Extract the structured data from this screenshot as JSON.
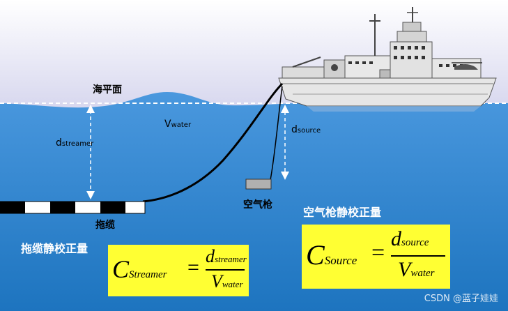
{
  "labels": {
    "sea_surface": "海平面",
    "streamer": "拖缆",
    "air_gun": "空气枪",
    "streamer_correction": "拖缆静校正量",
    "source_correction": "空气枪静校正量"
  },
  "symbols": {
    "d_streamer": {
      "main": "d",
      "sub": "streamer"
    },
    "v_water": {
      "main": "V",
      "sub": "water"
    },
    "d_source": {
      "main": "d",
      "sub": "source"
    }
  },
  "formula_streamer": {
    "lhs_main": "C",
    "lhs_sub": "Streamer",
    "eq": "=",
    "num_main": "d",
    "num_sub": "streamer",
    "den_main": "V",
    "den_sub": "water"
  },
  "formula_source": {
    "lhs_main": "C",
    "lhs_sub": "Source",
    "eq": "=",
    "num_main": "d",
    "num_sub": "source",
    "den_main": "V",
    "den_sub": "water"
  },
  "watermark": "CSDN @蓝子娃娃",
  "colors": {
    "sky_top": "#ffffff",
    "sky_bottom": "#d8d8ee",
    "water_top": "#3d8fd8",
    "water_bottom": "#1f76c0",
    "formula_bg": "#ffff33"
  }
}
